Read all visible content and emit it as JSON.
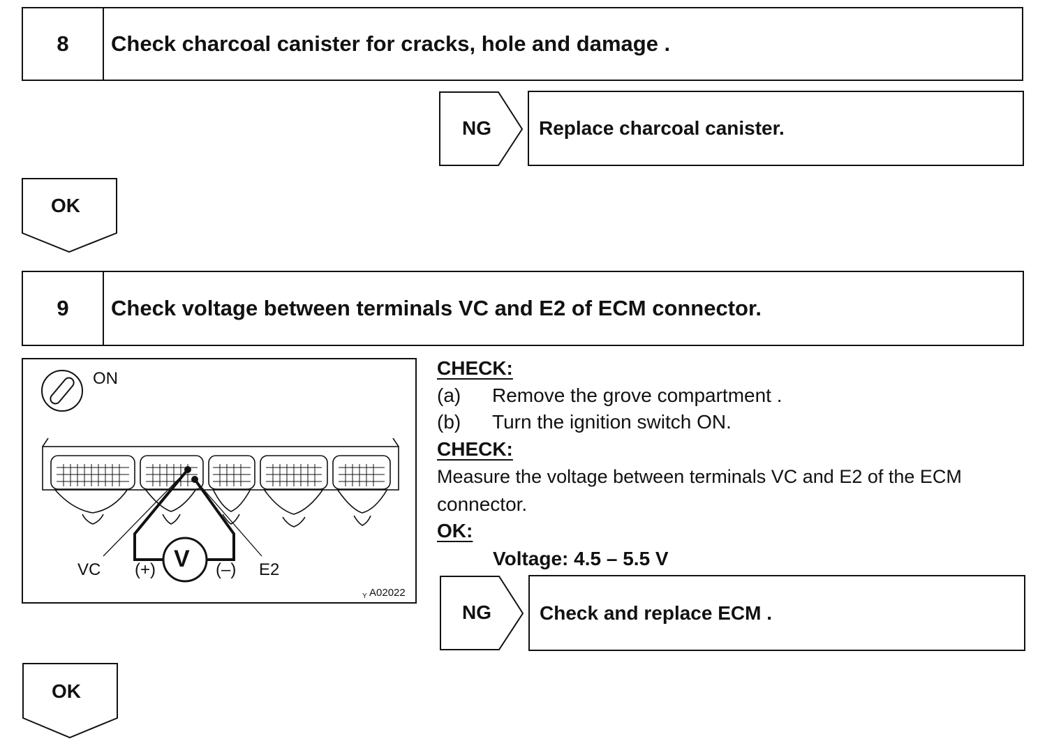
{
  "step8": {
    "number": "8",
    "title": "Check charcoal canister for cracks, hole and damage .",
    "ng_label": "NG",
    "ng_action": "Replace charcoal canister.",
    "ok_label": "OK"
  },
  "step9": {
    "number": "9",
    "title": "Check voltage between terminals VC and E2 of ECM connector.",
    "figure": {
      "switch_label": "ON",
      "vc_label": "VC",
      "plus_label": "(+)",
      "meter_label": "V",
      "minus_label": "(–)",
      "e2_label": "E2",
      "figure_code": "A02022",
      "figure_prefix": "Y"
    },
    "prep_heading": "CHECK:",
    "prep_steps": [
      {
        "marker": "(a)",
        "text": "Remove the grove compartment ."
      },
      {
        "marker": "(b)",
        "text": "Turn the ignition switch ON."
      }
    ],
    "check_heading": "CHECK:",
    "check_text_line1": "Measure the voltage between terminals VC and E2 of the ECM",
    "check_text_line2": "connector.",
    "ok_heading": "OK:",
    "ok_spec": "Voltage: 4.5 – 5.5 V",
    "ng_label": "NG",
    "ng_action": "Check and replace ECM .",
    "ok_label": "OK"
  }
}
